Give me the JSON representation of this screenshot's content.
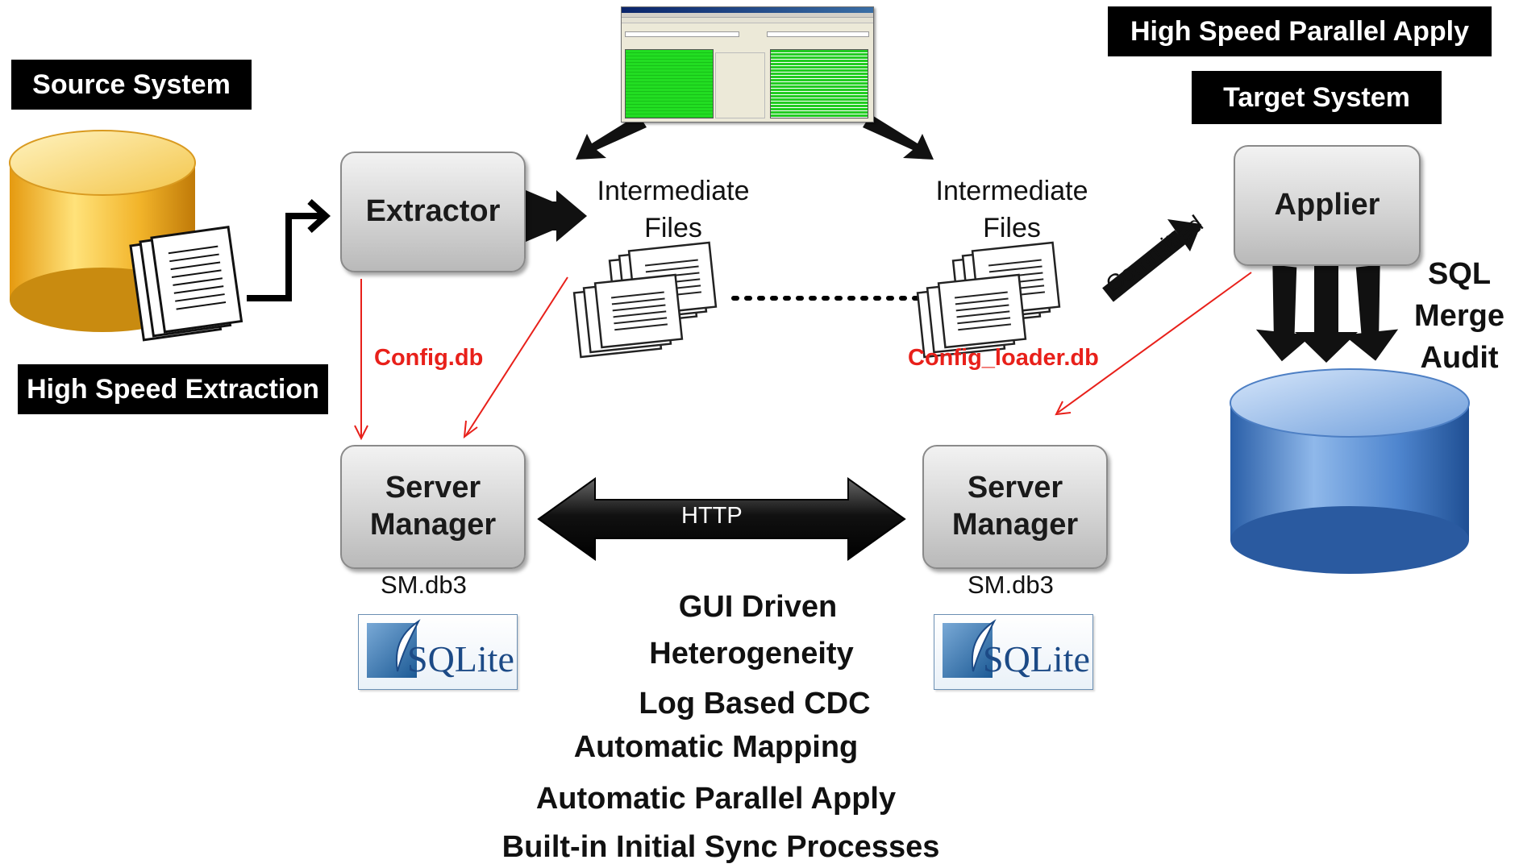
{
  "labels": {
    "source_system": "Source System",
    "high_speed_extraction": "High Speed Extraction",
    "high_speed_parallel_apply": "High Speed Parallel Apply",
    "target_system": "Target System"
  },
  "boxes": {
    "extractor": "Extractor",
    "applier": "Applier",
    "server_manager_left": [
      "Server",
      "Manager"
    ],
    "server_manager_right": [
      "Server",
      "Manager"
    ]
  },
  "intermediate_left": [
    "Intermediate",
    "Files"
  ],
  "intermediate_right": [
    "Intermediate",
    "Files"
  ],
  "config_db": "Config.db",
  "config_loader_db": "Config_loader.db",
  "committed": "Committed",
  "http": "HTTP",
  "sm_db_left": "SM.db3",
  "sm_db_right": "SM.db3",
  "sqlite_logo": "SQLite",
  "apply_modes": [
    "SQL",
    "Merge",
    "Audit"
  ],
  "features": [
    "GUI Driven",
    "Heterogeneity",
    "Log Based CDC",
    "Automatic Mapping",
    "Automatic Parallel Apply",
    "Built-in Initial Sync Processes"
  ],
  "colors": {
    "red_annotation": "#e8201a",
    "label_background": "#000000",
    "source_db": "#e8a818",
    "target_db": "#3f78c4",
    "gui_table_highlight": "#22dd22"
  }
}
